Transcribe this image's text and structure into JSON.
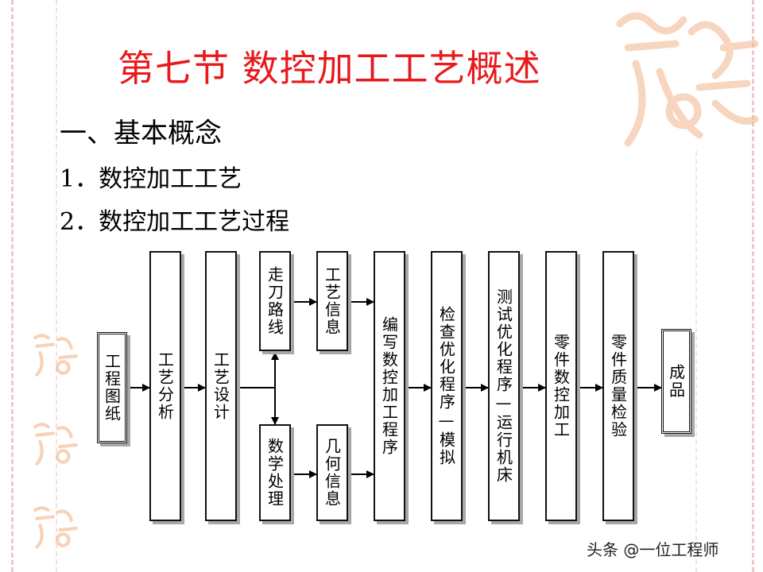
{
  "title": "第七节 数控加工工艺概述",
  "headings": {
    "h1": "一、基本概念",
    "h2": "1．数控加工工艺",
    "h3": "2．数控加工工艺过程"
  },
  "flow": {
    "b0": "工程图纸",
    "b1": "工艺分析",
    "b2": "工艺设计",
    "b3a": "走刀路线",
    "b3b": "数学处理",
    "b4a": "工艺信息",
    "b4b": "几何信息",
    "b5": "编写数控加工程序",
    "b6": "检查优化程序—模拟",
    "b7": "测试优化程序—运行机床",
    "b8": "零件数控加工",
    "b9": "零件质量检验",
    "b10": "成品"
  },
  "footer": "头条 @一位工程师",
  "colors": {
    "title": "#e8191c",
    "seal": "#f2b48a"
  },
  "icons": {
    "seal": "seal-logo-icon"
  }
}
